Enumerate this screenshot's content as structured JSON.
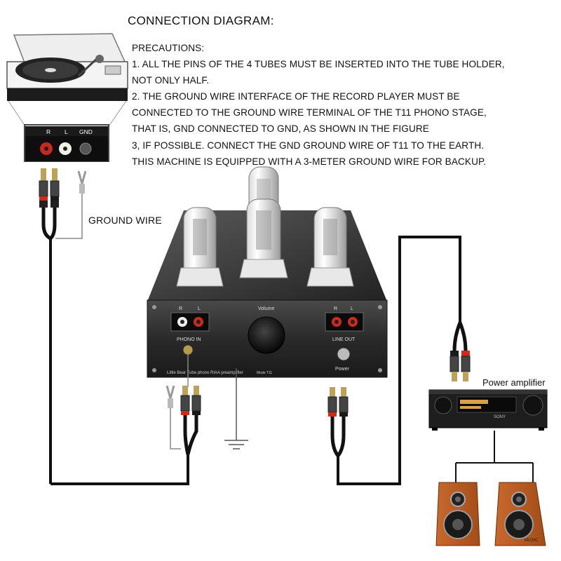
{
  "header": {
    "title": "CONNECTION DIAGRAM:"
  },
  "precautions": {
    "lines": [
      "PRECAUTIONS:",
      "1. ALL THE PINS OF THE 4 TUBES MUST BE INSERTED INTO THE TUBE HOLDER,",
      "NOT ONLY HALF.",
      "2. THE GROUND WIRE INTERFACE OF THE RECORD PLAYER MUST BE",
      "CONNECTED TO THE GROUND WIRE TERMINAL OF THE T11 PHONO STAGE,",
      "THAT IS, GND CONNECTED TO GND, AS SHOWN IN THE FIGURE",
      "3, IF POSSIBLE. CONNECT THE GND GROUND WIRE OF T11 TO THE EARTH.",
      "THIS MACHINE IS EQUIPPED WITH A 3-METER GROUND WIRE FOR BACKUP."
    ]
  },
  "labels": {
    "ground_wire": "GROUND WIRE",
    "power_amplifier": "Power amplifier"
  },
  "turntable_panel": {
    "r": "R",
    "l": "L",
    "gnd": "GND"
  },
  "preamp": {
    "r": "R",
    "l": "L",
    "phono_in": "PHONO IN",
    "volume": "Volume",
    "line_out": "LINE OUT",
    "power": "Power",
    "model_text": "Little Bear Tube phono RIAA preamplifier",
    "model_code": "Mode T11"
  },
  "amplifier": {
    "display_text": "SONY"
  },
  "speakers": {
    "right_badge": "MUSIC"
  }
}
